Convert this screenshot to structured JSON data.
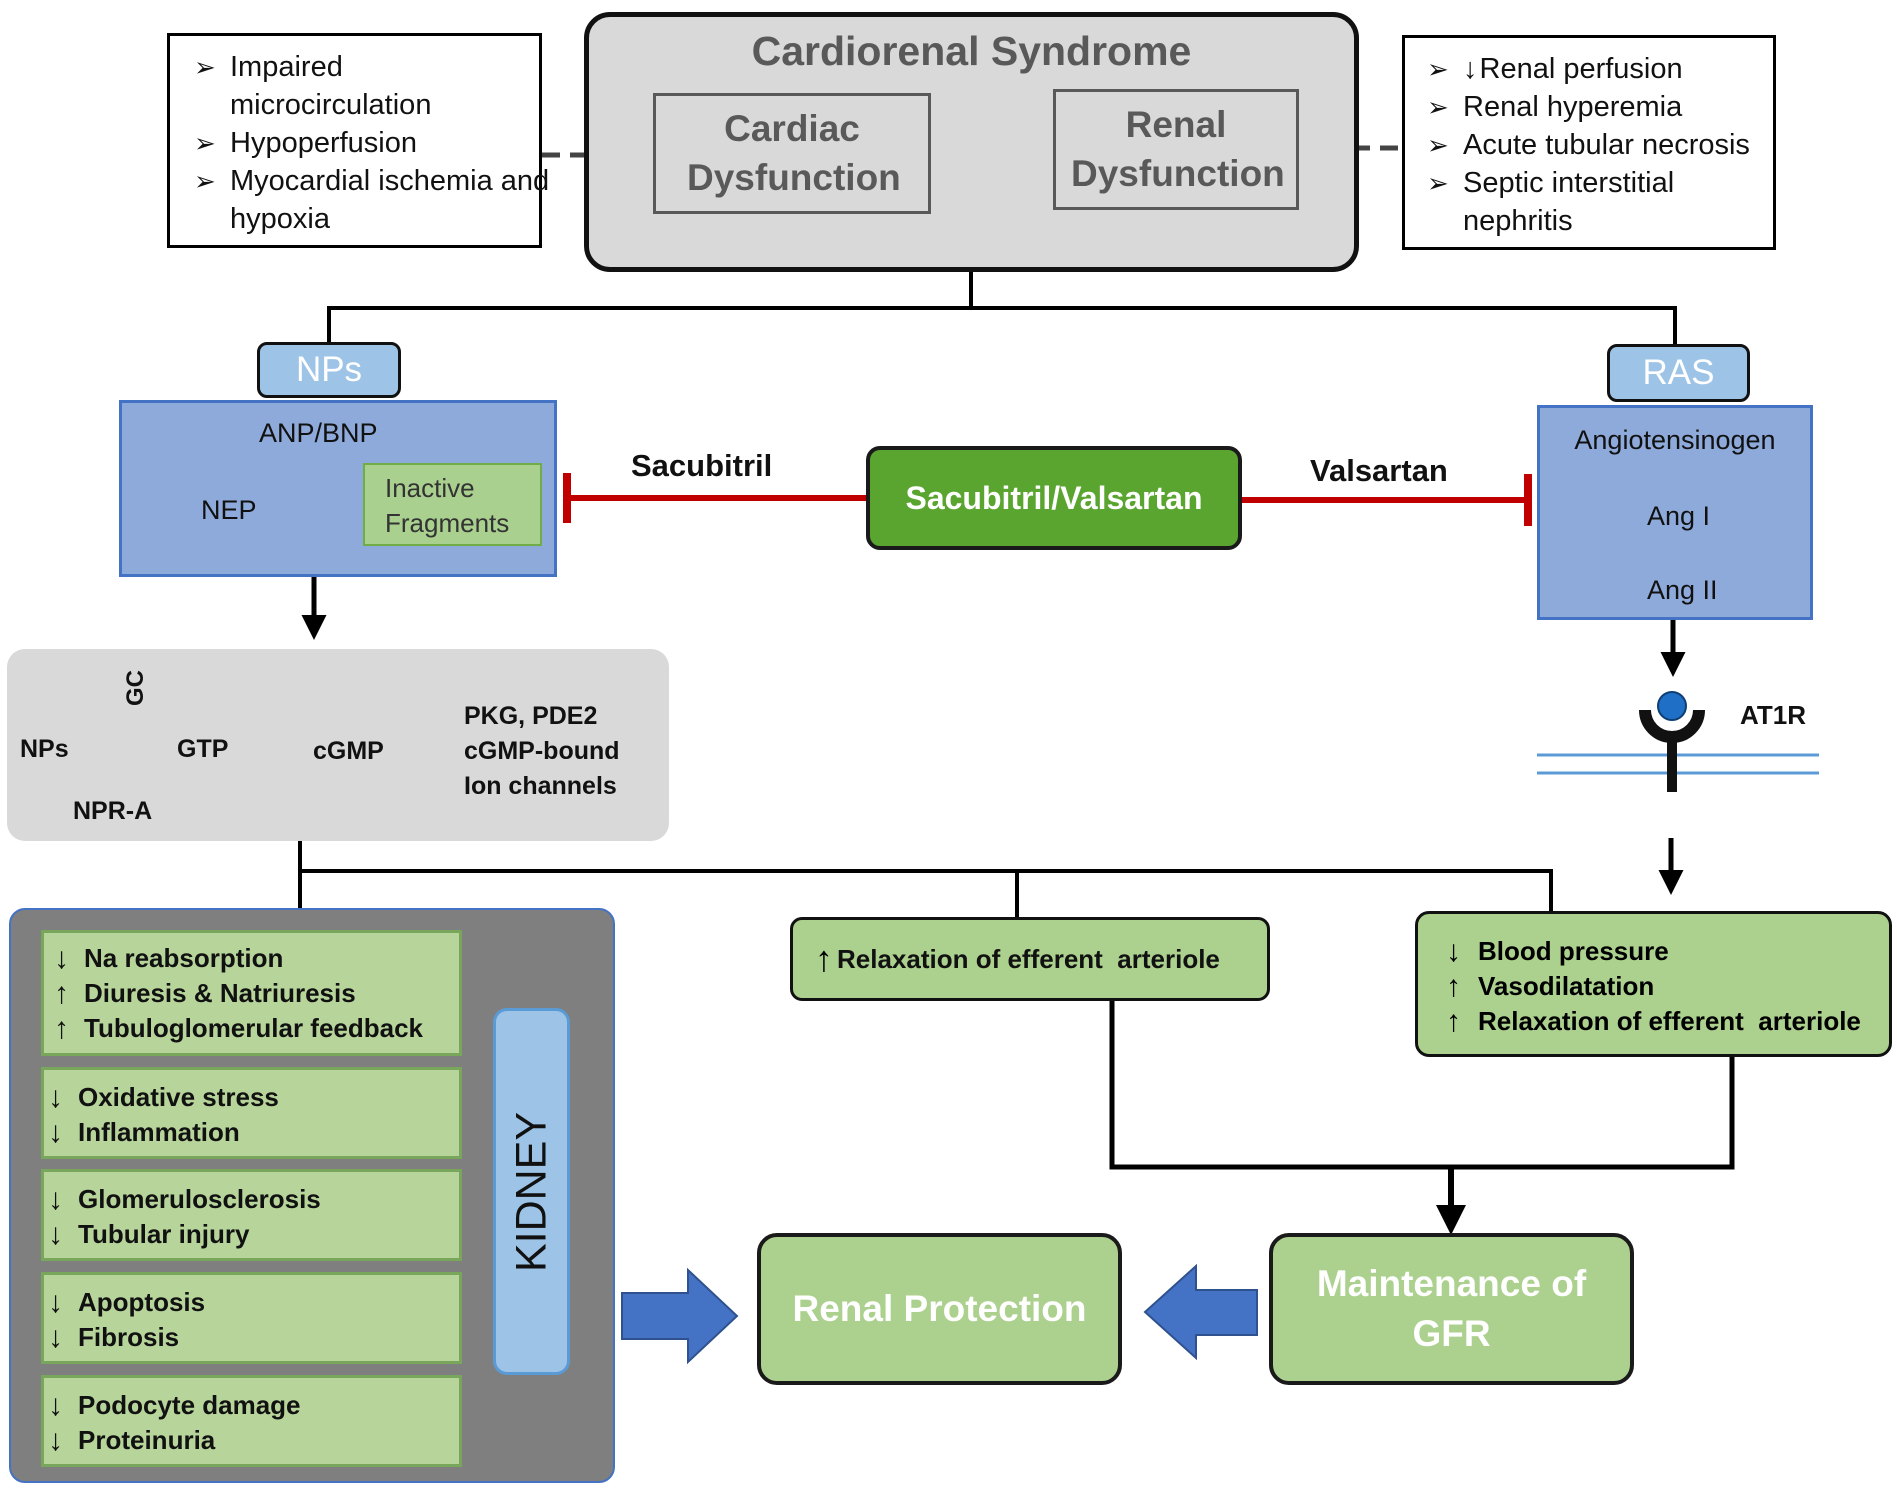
{
  "colors": {
    "blue_box": "#8eaadb",
    "blue_label": "#9dc3e6",
    "green_light": "#b7d59b",
    "green_dark": "#5aa52f",
    "inhibit_red": "#c00000",
    "kidney_panel": "#7f7f7f",
    "arrow_blue": "#4472c4"
  },
  "left_box": {
    "items": [
      "Impaired microcirculation",
      "Hypoperfusion",
      "Myocardial ischemia and hypoxia"
    ]
  },
  "right_box": {
    "items": [
      "Renal perfusion",
      "Renal hyperemia",
      "Acute tubular necrosis",
      "Septic interstitial nephritis"
    ]
  },
  "crs": {
    "title": "Cardiorenal Syndrome",
    "cardiac": "Cardiac Dysfunction",
    "renal": "Renal Dysfunction"
  },
  "nps": {
    "label": "NPs",
    "anp_bnp": "ANP/BNP",
    "nep": "NEP",
    "inactive": "Inactive Fragments"
  },
  "ras": {
    "label": "RAS",
    "angiotensinogen": "Angiotensinogen",
    "ang1": "Ang I",
    "ang2": "Ang II"
  },
  "drug": {
    "center": "Sacubitril/Valsartan",
    "left": "Sacubitril",
    "right": "Valsartan"
  },
  "signaling": {
    "gc": "GC",
    "nps": "NPs",
    "npra": "NPR-A",
    "gtp": "GTP",
    "cgmp": "cGMP",
    "effectors": [
      "PKG, PDE2",
      "cGMP-bound",
      "Ion channels"
    ]
  },
  "at1r": "AT1R",
  "kidney": {
    "label": "KIDNEY",
    "groups": [
      [
        {
          "dir": "down",
          "text": "Na reabsorption"
        },
        {
          "dir": "up",
          "text": "Diuresis & Natriuresis"
        },
        {
          "dir": "up",
          "text": "Tubuloglomerular feedback"
        }
      ],
      [
        {
          "dir": "down",
          "text": "Oxidative stress"
        },
        {
          "dir": "down",
          "text": "Inflammation"
        }
      ],
      [
        {
          "dir": "down",
          "text": "Glomerulosclerosis"
        },
        {
          "dir": "down",
          "text": "Tubular injury"
        }
      ],
      [
        {
          "dir": "down",
          "text": "Apoptosis"
        },
        {
          "dir": "down",
          "text": "Fibrosis"
        }
      ],
      [
        {
          "dir": "down",
          "text": "Podocyte damage"
        },
        {
          "dir": "down",
          "text": "Proteinuria"
        }
      ]
    ]
  },
  "middle_box": {
    "dir": "up",
    "text": "Relaxation of efferent  arteriole"
  },
  "ras_effects": [
    {
      "dir": "down",
      "text": "Blood pressure"
    },
    {
      "dir": "up",
      "text": "Vasodilatation"
    },
    {
      "dir": "up",
      "text": "Relaxation of efferent  arteriole"
    }
  ],
  "renal_protection": "Renal Protection",
  "gfr": "Maintenance of GFR"
}
